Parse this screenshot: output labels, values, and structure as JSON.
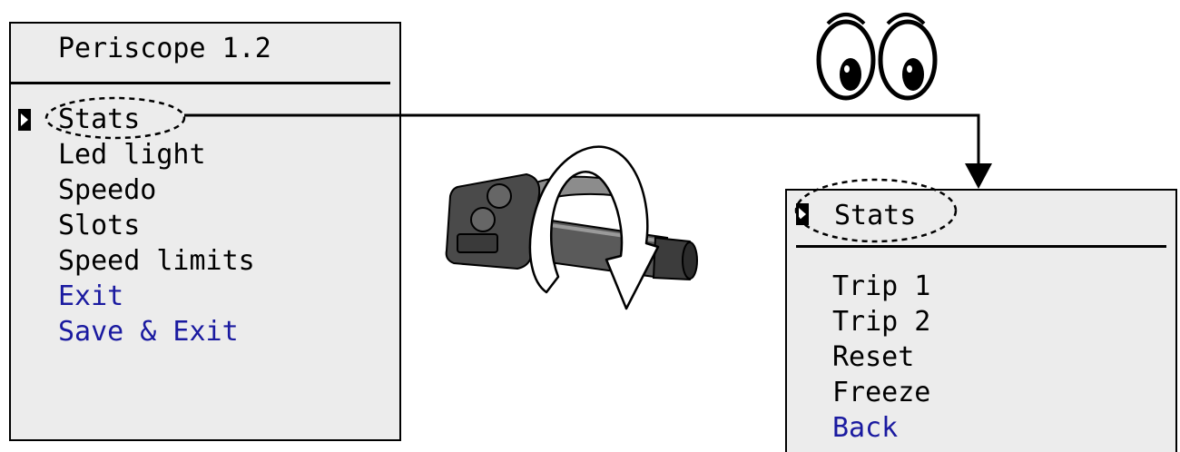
{
  "left_screen": {
    "title": "Periscope 1.2",
    "items": [
      {
        "label": "Stats",
        "color": "#000000"
      },
      {
        "label": "Led light",
        "color": "#000000"
      },
      {
        "label": "Speedo",
        "color": "#000000"
      },
      {
        "label": "Slots",
        "color": "#000000"
      },
      {
        "label": "Speed limits",
        "color": "#000000"
      },
      {
        "label": "Exit",
        "color": "#1a1aa0"
      },
      {
        "label": "Save & Exit",
        "color": "#1a1aa0"
      }
    ]
  },
  "right_screen": {
    "title": "Stats",
    "items": [
      {
        "label": "Trip 1",
        "color": "#000000"
      },
      {
        "label": "Trip 2",
        "color": "#000000"
      },
      {
        "label": "Reset",
        "color": "#000000"
      },
      {
        "label": "Freeze",
        "color": "#000000"
      },
      {
        "label": "Back",
        "color": "#1a1aa0"
      }
    ]
  },
  "icons": {
    "cursor": "selection-cursor-icon",
    "control": "handlebar-switch-icon",
    "rotation": "rotate-arrow-icon",
    "eyes": "cartoon-eyes-icon"
  }
}
